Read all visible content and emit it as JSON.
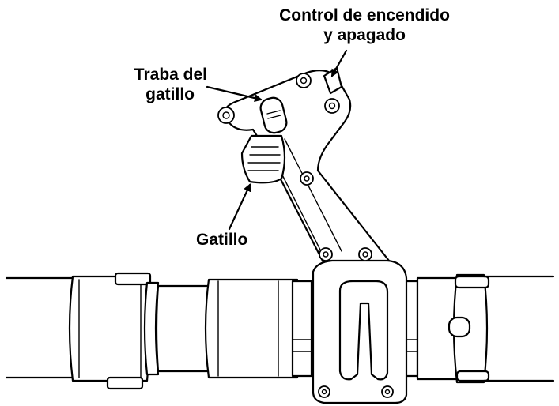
{
  "labels": {
    "power_control_line1": "Control de encendido",
    "power_control_line2": "y apagado",
    "trigger_lock_line1": "Traba del",
    "trigger_lock_line2": "gatillo",
    "trigger": "Gatillo"
  },
  "icons": [
    "leader-arrow",
    "screw-head"
  ]
}
